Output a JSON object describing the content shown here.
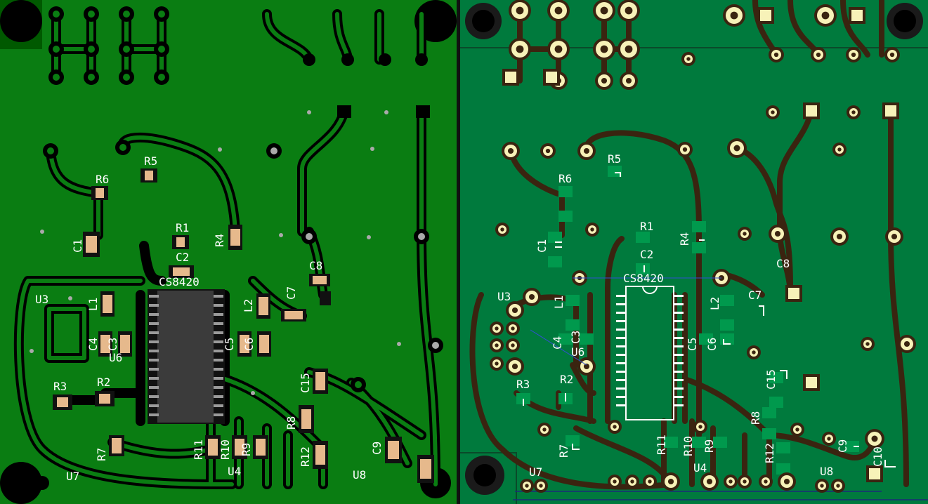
{
  "colors": {
    "left_copper": "#0a7d12",
    "left_copper_dark": "#005900",
    "left_gap": "#000000",
    "right_board": "#007a3d",
    "right_trace": "#3a2410",
    "pad_yellow": "#f7f2b8",
    "silk_white": "#ffffff",
    "pad_smd_tan": "#e6b98c"
  },
  "left_board": {
    "labels": {
      "R6": "R6",
      "R5": "R5",
      "R1": "R1",
      "C2": "C2",
      "R4": "R4",
      "C1": "C1",
      "CS8420": "CS8420",
      "C8": "C8",
      "U3": "U3",
      "L1": "L1",
      "L2": "L2",
      "C4": "C4",
      "C5": "C5",
      "C6": "C6",
      "U6": "U6",
      "R3": "R3",
      "R2": "R2",
      "C15": "C15",
      "R8": "R8",
      "R7": "R7",
      "R11": "R11",
      "R10": "R10",
      "R9": "R9",
      "U4": "U4",
      "R12": "R12",
      "C9": "C9",
      "U8": "U8",
      "U7": "U7",
      "C7": "C7",
      "C3": "C3"
    }
  },
  "right_board": {
    "labels": {
      "R6": "R6",
      "R5": "R5",
      "R1": "R1",
      "C2": "C2",
      "R4": "R4",
      "C1": "C1",
      "CS8420": "CS8420",
      "C8": "C8",
      "C7": "C7",
      "U3": "U3",
      "L1": "L1",
      "L2": "L2",
      "C4": "C4",
      "C3": "C3",
      "U6": "U6",
      "C5": "C5",
      "C6": "C6",
      "R3": "R3",
      "R2": "R2",
      "C15": "C15",
      "R8": "R8",
      "R7": "R7",
      "R11": "R11",
      "R10": "R10",
      "R9": "R9",
      "U4": "U4",
      "R12": "R12",
      "C9": "C9",
      "U8": "U8",
      "U7": "U7",
      "C10": "C10"
    }
  }
}
